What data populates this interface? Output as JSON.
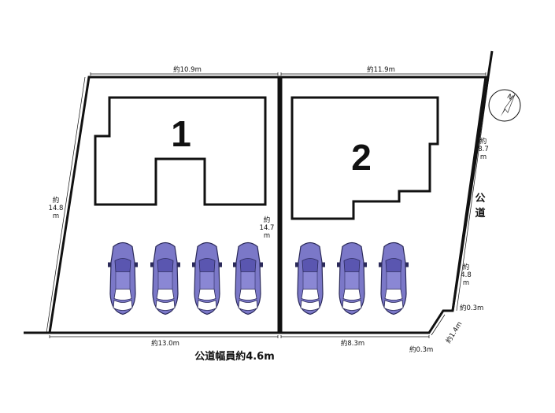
{
  "lots": [
    {
      "number": "1"
    },
    {
      "number": "2"
    }
  ],
  "dimensions": {
    "top_left": "約10.9m",
    "top_right": "約11.9m",
    "left_side": [
      "約",
      "14.8",
      "m"
    ],
    "middle": [
      "約",
      "14.7",
      "m"
    ],
    "right_upper": [
      "約",
      "8.7",
      "m"
    ],
    "right_lower": [
      "約",
      "4.8",
      "m"
    ],
    "right_corner": "約0.3m",
    "corner_diagonal": "約1.4m",
    "bottom_corner": "約0.3m",
    "bottom_left": "約13.0m",
    "bottom_right": "約8.3m"
  },
  "roads": {
    "front": "公道幅員約4.6m",
    "side": [
      "公",
      "道"
    ]
  },
  "compass": {
    "label": "N"
  },
  "parking": {
    "lot1_cars": 4,
    "lot2_cars": 3
  },
  "colors": {
    "line": "#111111",
    "car_body": "#7b78c8",
    "car_glass": "#5a56b0"
  }
}
